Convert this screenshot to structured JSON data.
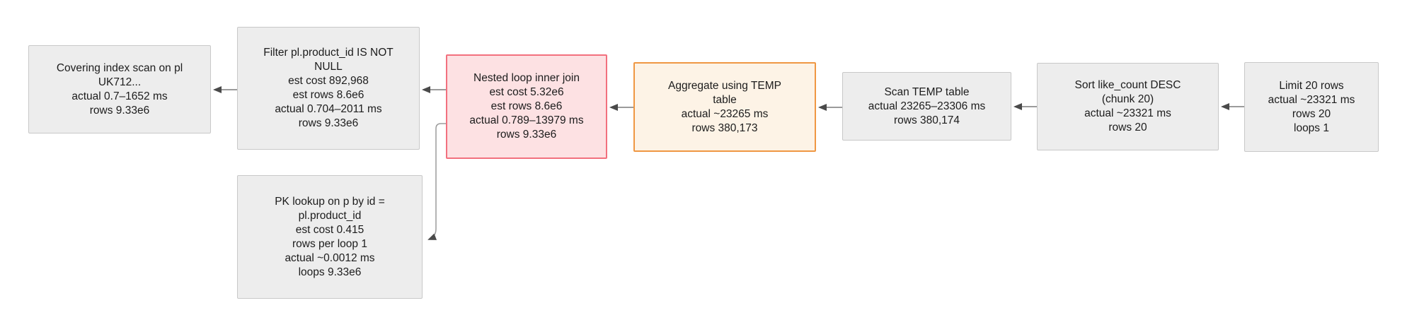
{
  "diagram_type": "query-plan-flow",
  "colors": {
    "background": "#ffffff",
    "node_bg": "#ededed",
    "node_border": "#c8c8c8",
    "hot_node_bg": "#fde1e3",
    "hot_node_border": "#f2707e",
    "warm_node_bg": "#fdf3e6",
    "warm_node_border": "#ef9743",
    "edge_line": "#9b9b9b",
    "arrowhead": "#4a4a4a",
    "text": "#1c1c1c"
  },
  "nodes": [
    {
      "id": "covering-index-scan",
      "variant": "default",
      "lines": [
        "Covering index scan on pl",
        "UK712...",
        "actual 0.7–1652 ms",
        "rows 9.33e6"
      ]
    },
    {
      "id": "filter",
      "variant": "default",
      "lines": [
        "Filter pl.product_id IS NOT",
        "NULL",
        "est cost 892,968",
        "est rows 8.6e6",
        "actual 0.704–2011 ms",
        "rows 9.33e6"
      ]
    },
    {
      "id": "nested-loop-inner-join",
      "variant": "hot",
      "lines": [
        "Nested loop inner join",
        "est cost 5.32e6",
        "est rows 8.6e6",
        "actual 0.789–13979 ms",
        "rows 9.33e6"
      ]
    },
    {
      "id": "aggregate-temp-table",
      "variant": "warm",
      "lines": [
        "Aggregate using TEMP",
        "table",
        "actual ~23265 ms",
        "rows 380,173"
      ]
    },
    {
      "id": "scan-temp-table",
      "variant": "default",
      "lines": [
        "Scan TEMP table",
        "actual 23265–23306 ms",
        "rows 380,174"
      ]
    },
    {
      "id": "sort",
      "variant": "default",
      "lines": [
        "Sort like_count DESC",
        "(chunk 20)",
        "actual ~23321 ms",
        "rows 20"
      ]
    },
    {
      "id": "limit",
      "variant": "default",
      "lines": [
        "Limit 20 rows",
        "actual ~23321 ms",
        "rows 20",
        "loops 1"
      ]
    },
    {
      "id": "pk-lookup",
      "variant": "default",
      "lines": [
        "PK lookup on p by id =",
        "pl.product_id",
        "est cost 0.415",
        "rows per loop 1",
        "actual ~0.0012 ms",
        "loops 9.33e6"
      ]
    }
  ],
  "edges": [
    {
      "from": "limit",
      "to": "sort"
    },
    {
      "from": "sort",
      "to": "scan-temp-table"
    },
    {
      "from": "scan-temp-table",
      "to": "aggregate-temp-table"
    },
    {
      "from": "aggregate-temp-table",
      "to": "nested-loop-inner-join"
    },
    {
      "from": "nested-loop-inner-join",
      "to": "filter"
    },
    {
      "from": "filter",
      "to": "covering-index-scan"
    },
    {
      "from": "nested-loop-inner-join",
      "to": "pk-lookup"
    }
  ]
}
